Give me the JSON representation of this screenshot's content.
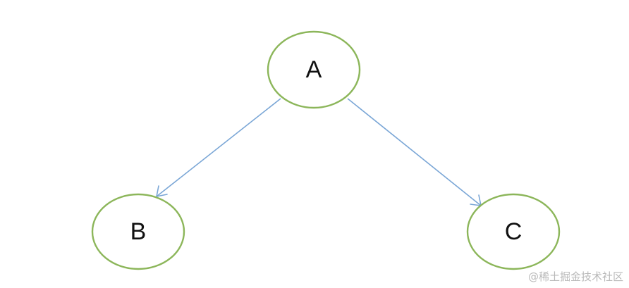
{
  "diagram": {
    "nodes": [
      {
        "id": "A",
        "label": "A"
      },
      {
        "id": "B",
        "label": "B"
      },
      {
        "id": "C",
        "label": "C"
      }
    ],
    "edges": [
      {
        "from": "A",
        "to": "B"
      },
      {
        "from": "A",
        "to": "C"
      }
    ],
    "colors": {
      "node_stroke": "#8cb65a",
      "edge": "#7aa6d6",
      "label": "#111111"
    }
  },
  "watermark": {
    "text": "@稀土掘金技术社区"
  }
}
